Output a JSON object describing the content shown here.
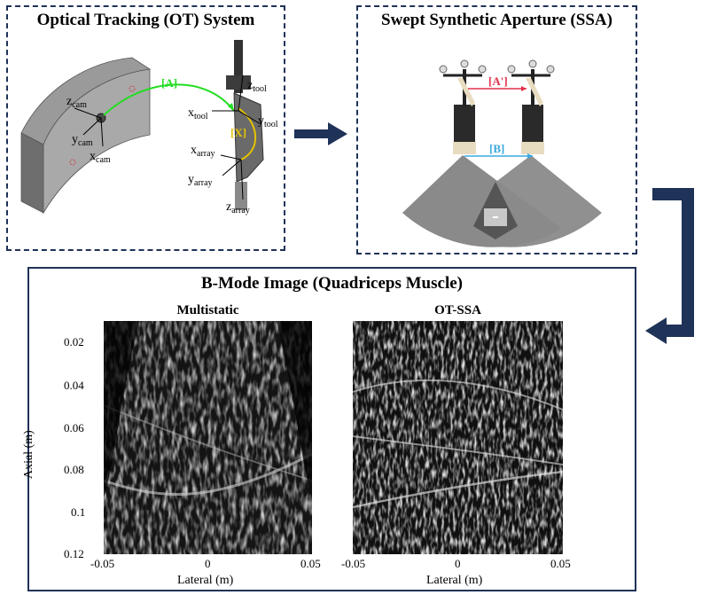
{
  "panels": {
    "ot_title": "Optical Tracking (OT) System",
    "ssa_title": "Swept Synthetic Aperture (SSA)",
    "bmode_title": "B-Mode Image (Quadriceps Muscle)"
  },
  "ot_labels": {
    "A": "[A]",
    "X": "[X]",
    "zcam": "z",
    "zcam_sub": "cam",
    "ycam": "y",
    "ycam_sub": "cam",
    "xcam": "x",
    "xcam_sub": "cam",
    "ztool": "z",
    "ztool_sub": "tool",
    "xtool": "x",
    "xtool_sub": "tool",
    "ytool": "y",
    "ytool_sub": "tool",
    "xarray": "x",
    "xarray_sub": "array",
    "yarray": "y",
    "yarray_sub": "array",
    "zarray": "z",
    "zarray_sub": "array"
  },
  "ssa_labels": {
    "A_prime": "[A']",
    "B": "[B]"
  },
  "plots": {
    "left_title": "Multistatic",
    "right_title": "OT-SSA",
    "ylabel": "Axial (m)",
    "xlabel": "Lateral (m)",
    "yticks": [
      "0.02",
      "0.04",
      "0.06",
      "0.08",
      "0.1",
      "0.12"
    ],
    "xticks": [
      "-0.05",
      "0",
      "0.05"
    ]
  },
  "colors": {
    "frame": "#1f3257",
    "arrow": "#1f3257",
    "green": "#22dd22",
    "yellow": "#e6c200",
    "red": "#e0304a",
    "blue": "#3aa8e0"
  }
}
